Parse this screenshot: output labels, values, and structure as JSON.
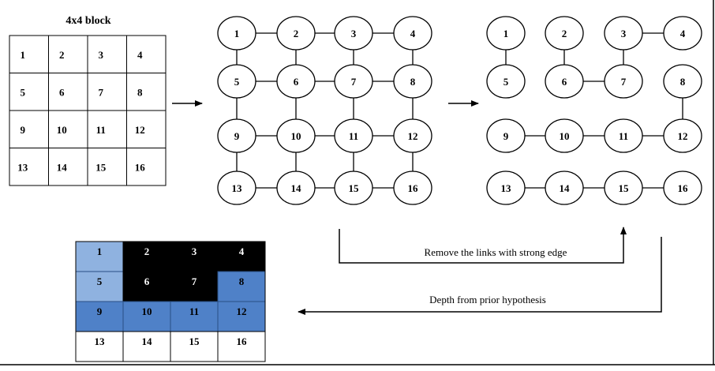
{
  "block": {
    "title": "4x4 block",
    "cells": [
      "1",
      "2",
      "3",
      "4",
      "5",
      "6",
      "7",
      "8",
      "9",
      "10",
      "11",
      "12",
      "13",
      "14",
      "15",
      "16"
    ]
  },
  "graph_full": {
    "nodes": [
      "1",
      "2",
      "3",
      "4",
      "5",
      "6",
      "7",
      "8",
      "9",
      "10",
      "11",
      "12",
      "13",
      "14",
      "15",
      "16"
    ],
    "edges": [
      [
        1,
        2
      ],
      [
        2,
        3
      ],
      [
        3,
        4
      ],
      [
        5,
        6
      ],
      [
        6,
        7
      ],
      [
        7,
        8
      ],
      [
        9,
        10
      ],
      [
        10,
        11
      ],
      [
        11,
        12
      ],
      [
        13,
        14
      ],
      [
        14,
        15
      ],
      [
        15,
        16
      ],
      [
        1,
        5
      ],
      [
        5,
        9
      ],
      [
        9,
        13
      ],
      [
        2,
        6
      ],
      [
        6,
        10
      ],
      [
        10,
        14
      ],
      [
        3,
        7
      ],
      [
        7,
        11
      ],
      [
        11,
        15
      ],
      [
        4,
        8
      ],
      [
        8,
        12
      ],
      [
        12,
        16
      ]
    ]
  },
  "graph_pruned": {
    "nodes": [
      "1",
      "2",
      "3",
      "4",
      "5",
      "6",
      "7",
      "8",
      "9",
      "10",
      "11",
      "12",
      "13",
      "14",
      "15",
      "16"
    ],
    "edges": [
      [
        3,
        4
      ],
      [
        6,
        7
      ],
      [
        9,
        10
      ],
      [
        10,
        11
      ],
      [
        11,
        12
      ],
      [
        13,
        14
      ],
      [
        14,
        15
      ],
      [
        15,
        16
      ],
      [
        1,
        5
      ],
      [
        2,
        6
      ],
      [
        3,
        7
      ],
      [
        8,
        12
      ]
    ]
  },
  "labels": {
    "remove_links": "Remove the links with strong edge",
    "depth_prior": "Depth from prior hypothesis"
  },
  "result_grid": {
    "cells": [
      "1",
      "2",
      "3",
      "4",
      "5",
      "6",
      "7",
      "8",
      "9",
      "10",
      "11",
      "12",
      "13",
      "14",
      "15",
      "16"
    ],
    "groups": [
      "light",
      "black",
      "black",
      "black",
      "light",
      "black",
      "black",
      "mid",
      "mid",
      "mid",
      "mid",
      "mid",
      "white",
      "white",
      "white",
      "white"
    ]
  },
  "colors": {
    "light": "#8fb2e0",
    "mid": "#4f81c8",
    "black": "#000000",
    "white": "#ffffff",
    "stroke": "#000000"
  }
}
